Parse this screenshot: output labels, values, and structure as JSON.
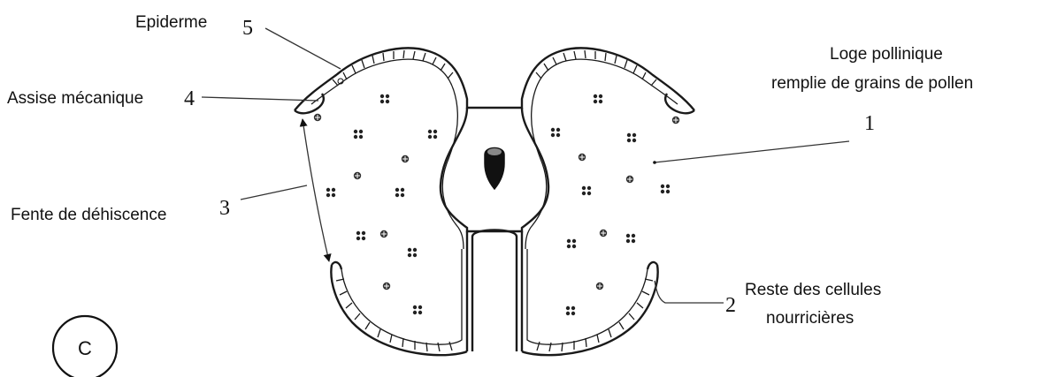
{
  "labels": {
    "epiderme": "Epiderme",
    "epiderme_num": "5",
    "assise": "Assise mécanique",
    "assise_num": "4",
    "fente": "Fente de déhiscence",
    "fente_num": "3",
    "loge_line1": "Loge pollinique",
    "loge_line2": "remplie de grains de pollen",
    "loge_num": "1",
    "reste_line1": "Reste des cellules",
    "reste_line2": "nourricières",
    "reste_num": "2"
  },
  "panel_letter": "C",
  "colors": {
    "ink": "#111111",
    "background": "#ffffff"
  }
}
